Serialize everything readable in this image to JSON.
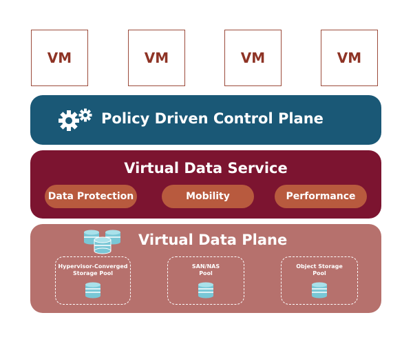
{
  "vms": [
    "VM",
    "VM",
    "VM",
    "VM"
  ],
  "control_plane": {
    "title": "Policy Driven Control Plane",
    "icon": "gears-icon"
  },
  "data_service": {
    "title": "Virtual Data Service",
    "items": [
      "Data Protection",
      "Mobility",
      "Performance"
    ]
  },
  "data_plane": {
    "title": "Virtual Data Plane",
    "icon": "database-stack-icon",
    "pools": [
      {
        "line1": "Hypervisor-Converged",
        "line2": "Storage Pool"
      },
      {
        "line1": "SAN/NAS",
        "line2": "Pool"
      },
      {
        "line1": "Object Storage",
        "line2": "Pool"
      }
    ]
  },
  "colors": {
    "vm_border": "#9b4a3a",
    "vm_text": "#8e3426",
    "control_plane": "#1a5876",
    "data_service": "#7c1430",
    "pill": "#b85a3e",
    "data_plane": "#b6716d",
    "db_icon": "#79c7d6"
  }
}
